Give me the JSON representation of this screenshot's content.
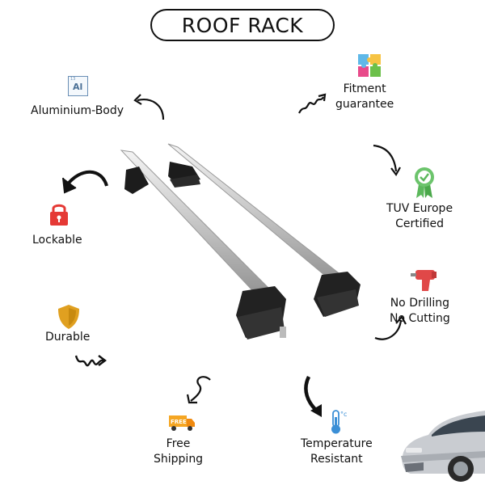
{
  "title": "ROOF RACK",
  "features": {
    "aluminium": {
      "label": "Aluminium-Body",
      "icon_text": "Al",
      "icon_num": "13",
      "icon": "aluminium-element-icon"
    },
    "fitment": {
      "line1": "Fitment",
      "line2": "guarantee",
      "icon": "puzzle-icon"
    },
    "tuv": {
      "line1": "TUV Europe",
      "line2": "Certified",
      "icon": "certified-badge-icon"
    },
    "lockable": {
      "label": "Lockable",
      "icon": "padlock-icon"
    },
    "drilling": {
      "line1": "No Drilling",
      "line2": "No Cutting",
      "icon": "drill-icon"
    },
    "durable": {
      "label": "Durable",
      "icon": "shield-icon"
    },
    "shipping": {
      "line1": "Free",
      "line2": "Shipping",
      "badge": "FREE",
      "icon": "delivery-truck-icon"
    },
    "temperature": {
      "line1": "Temperature",
      "line2": "Resistant",
      "icon": "thermometer-icon",
      "unit": "°c"
    }
  },
  "colors": {
    "lock_red": "#e53935",
    "shield_gold": "#e0a020",
    "badge_green": "#5cb85c",
    "drill_red": "#e04848",
    "truck_orange": "#f5a623",
    "thermo_blue": "#3b8fd6"
  }
}
